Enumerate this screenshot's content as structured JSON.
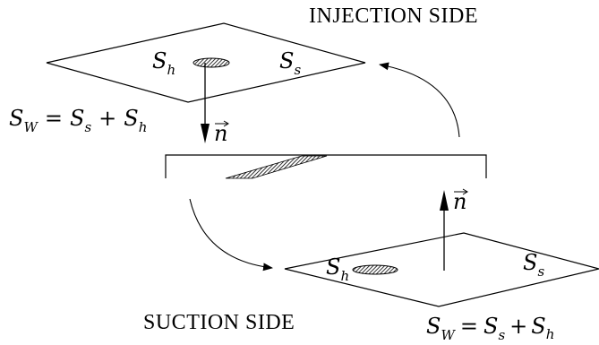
{
  "labels": {
    "injection_side": "INJECTION SIDE",
    "suction_side": "SUCTION SIDE",
    "s_h_main": "S",
    "s_h_sub": "h",
    "s_s_main": "S",
    "s_s_sub": "s",
    "s_w_main": "S",
    "s_w_sub": "W",
    "equals": "=",
    "plus": "+",
    "normal_vector": "n"
  }
}
